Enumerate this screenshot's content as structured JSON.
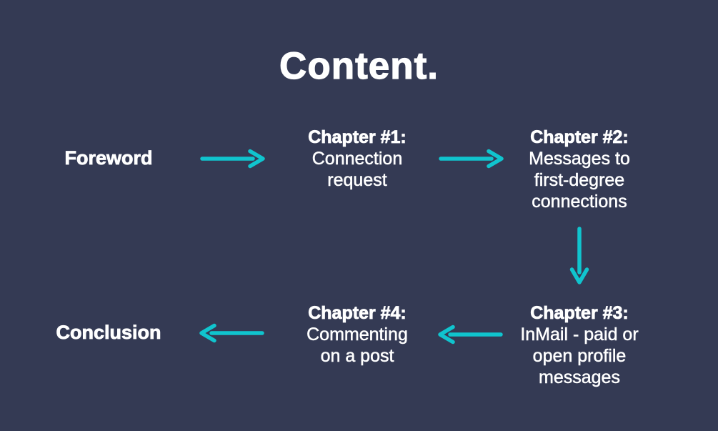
{
  "slide": {
    "title": "Content.",
    "colors": {
      "background": "#343a54",
      "text": "#ffffff",
      "arrow": "#10c4ce"
    }
  },
  "flow": {
    "nodes": {
      "foreword": {
        "label": "Foreword"
      },
      "chapter1": {
        "heading": "Chapter #1:",
        "lines": [
          "Connection",
          "request"
        ]
      },
      "chapter2": {
        "heading": "Chapter #2:",
        "lines": [
          "Messages to",
          "first-degree",
          "connections"
        ]
      },
      "chapter3": {
        "heading": "Chapter #3:",
        "lines": [
          "InMail - paid or",
          "open profile",
          "messages"
        ]
      },
      "chapter4": {
        "heading": "Chapter #4:",
        "lines": [
          "Commenting",
          "on a post"
        ]
      },
      "conclusion": {
        "label": "Conclusion"
      }
    },
    "arrows": [
      {
        "from": "foreword",
        "to": "chapter1",
        "direction": "right"
      },
      {
        "from": "chapter1",
        "to": "chapter2",
        "direction": "right"
      },
      {
        "from": "chapter2",
        "to": "chapter3",
        "direction": "down"
      },
      {
        "from": "chapter3",
        "to": "chapter4",
        "direction": "left"
      },
      {
        "from": "chapter4",
        "to": "conclusion",
        "direction": "left"
      }
    ]
  }
}
